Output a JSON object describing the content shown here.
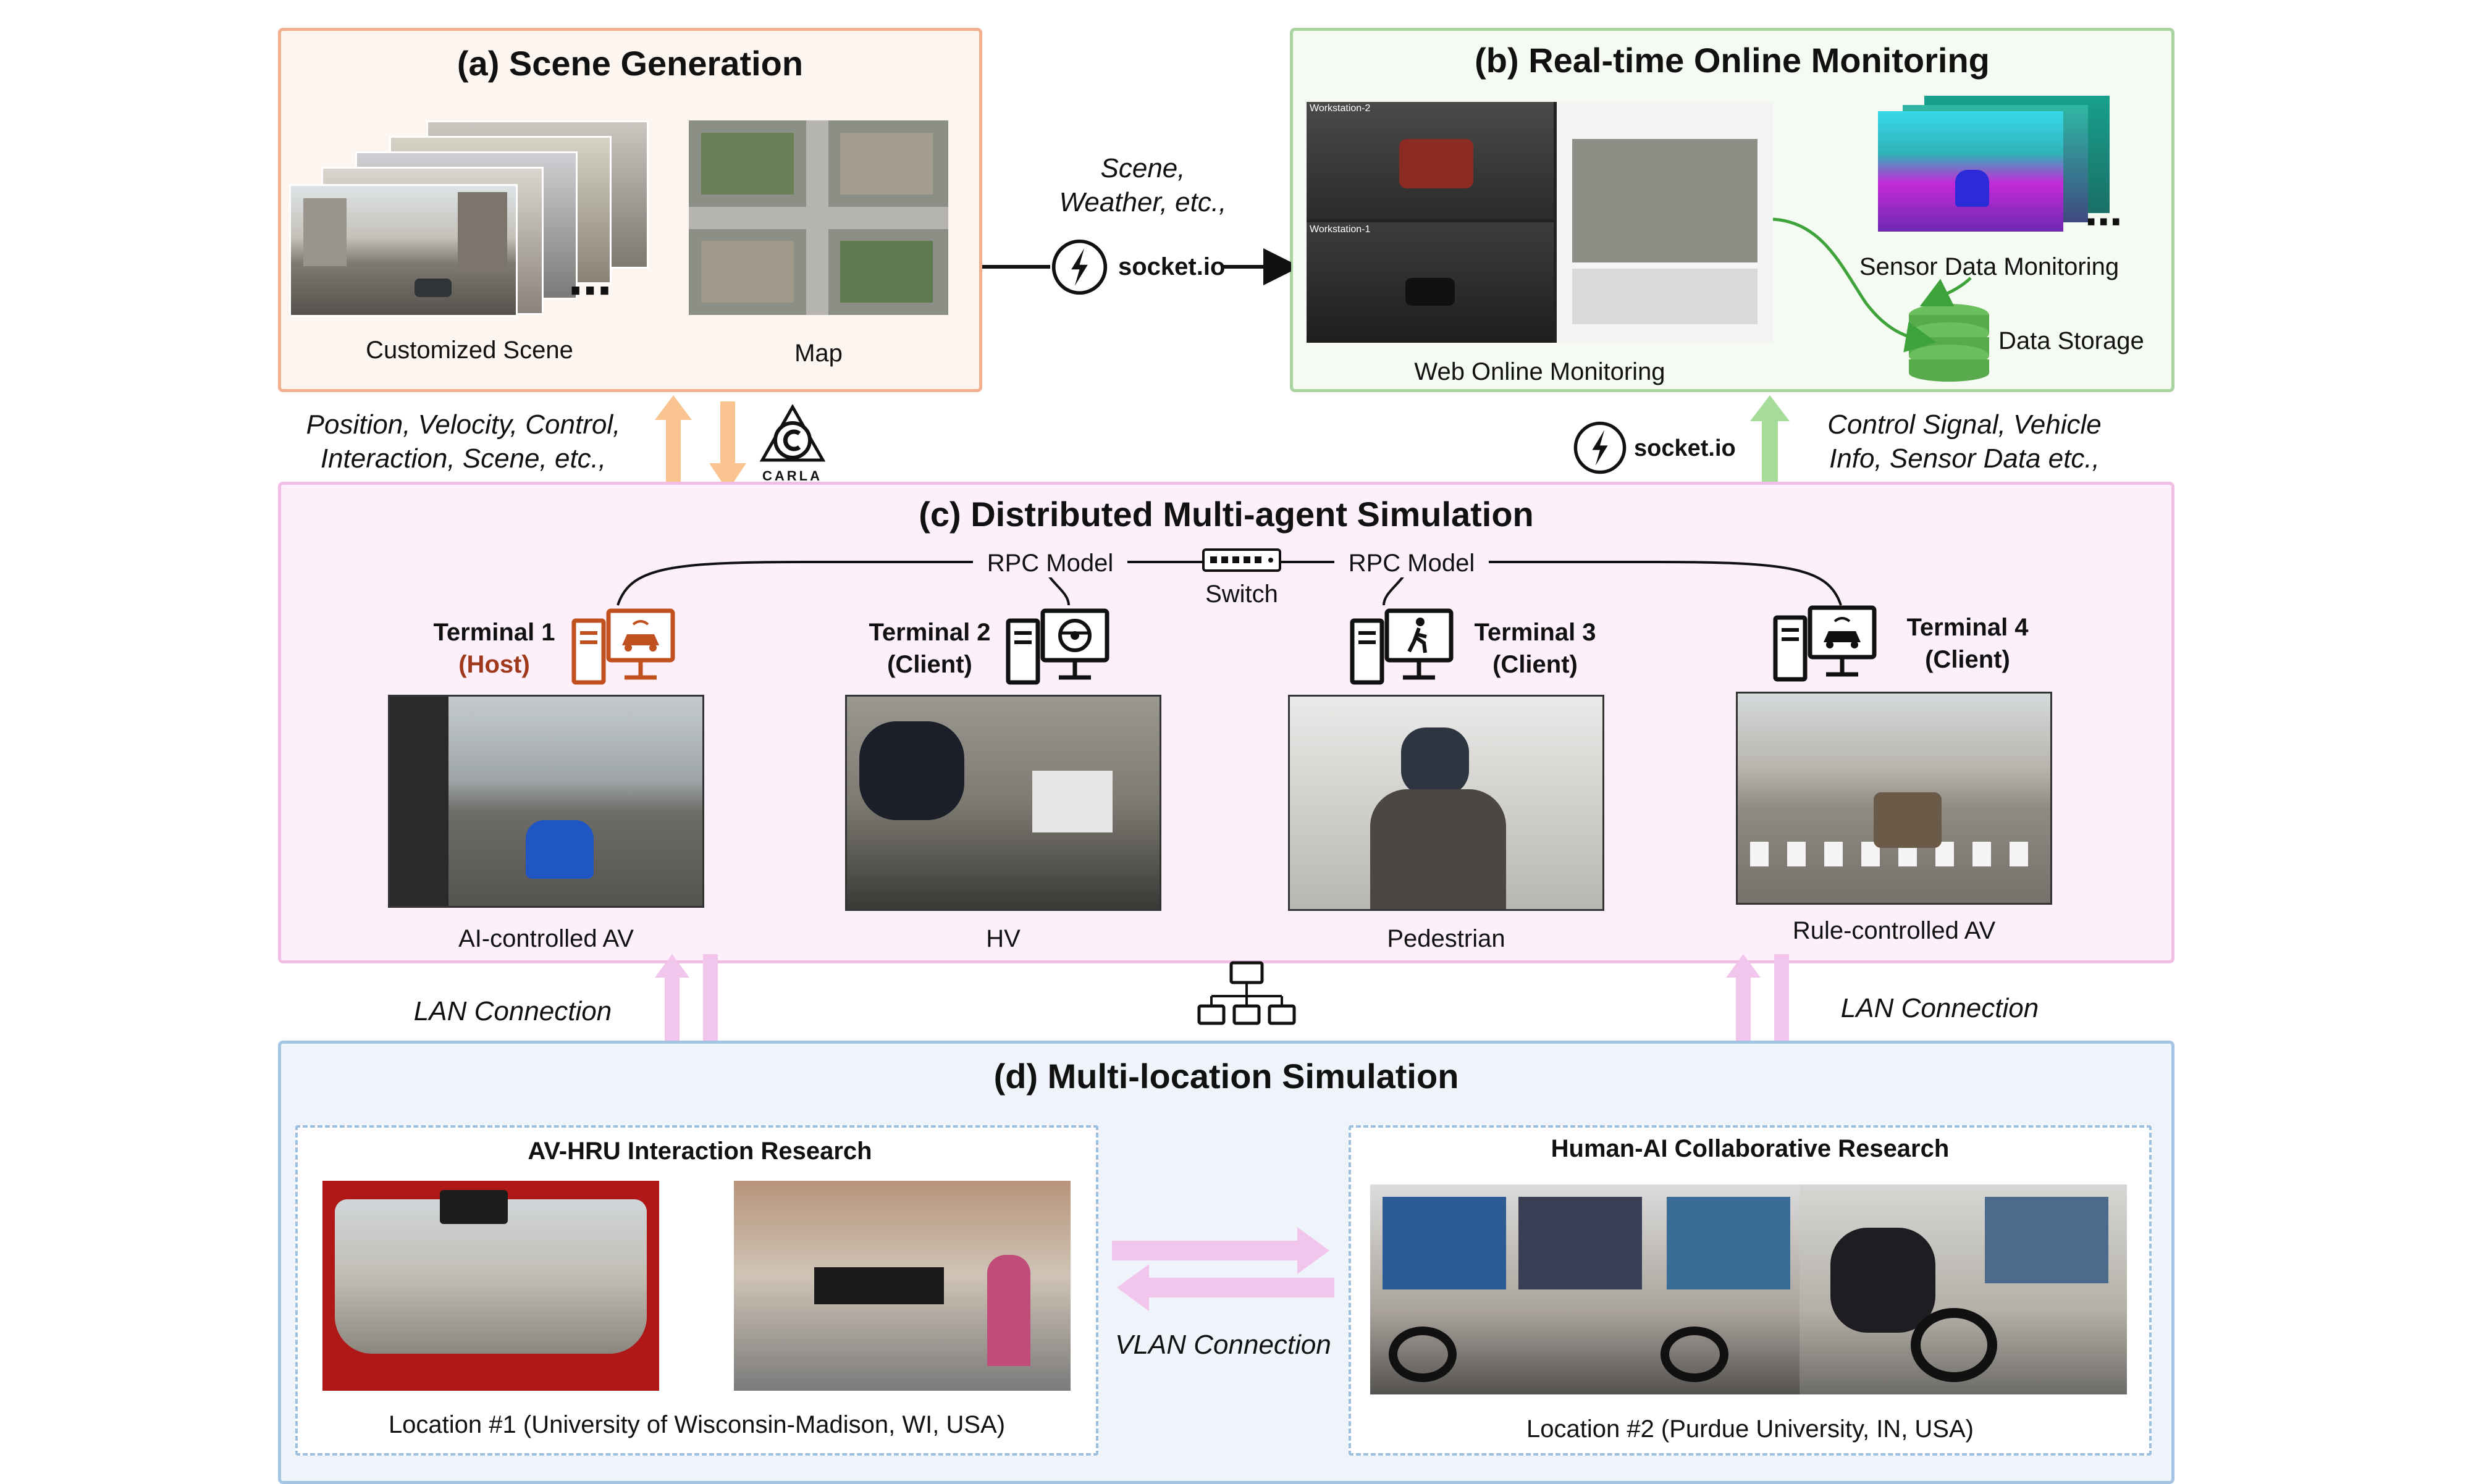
{
  "colors": {
    "scene_border": "#f3b090",
    "scene_bg": "#fdf5f0",
    "monitor_border": "#a9d4a2",
    "monitor_bg": "#f5fbf3",
    "sim_border": "#f1bfe6",
    "sim_bg": "#fdf0fa",
    "loc_border": "#a4c4e4",
    "loc_bg": "#eef4fa",
    "orange_arrow": "#f9c490",
    "green_arrow": "#a6dc9a",
    "pink_arrow": "#f2c5ec",
    "host_red": "#a0391c",
    "terminal_orange": "#c0501e"
  },
  "panel_a": {
    "title": "(a) Scene Generation",
    "customized_scene_caption": "Customized Scene",
    "map_caption": "Map",
    "ellipsis": "⋯"
  },
  "panel_b": {
    "title": "(b) Real-time Online Monitoring",
    "web_monitoring_caption": "Web Online Monitoring",
    "sensor_caption": "Sensor Data Monitoring",
    "data_storage_caption": "Data Storage",
    "workstation_2": "Workstation-2",
    "workstation_1": "Workstation-1",
    "ellipsis": "⋯"
  },
  "link_ab": {
    "label_line1": "Scene,",
    "label_line2": "Weather, etc.,",
    "socket_label": "socket.io"
  },
  "link_ac": {
    "label_line1": "Position, Velocity, Control,",
    "label_line2": "Interaction, Scene, etc.,",
    "carla_label": "CARLA"
  },
  "link_bc": {
    "socket_label": "socket.io",
    "label_line1": "Control Signal, Vehicle",
    "label_line2": "Info, Sensor Data etc.,"
  },
  "panel_c": {
    "title": "(c) Distributed Multi-agent Simulation",
    "rpc_left": "RPC Model",
    "rpc_right": "RPC Model",
    "switch_label": "Switch",
    "terminals": [
      {
        "name": "Terminal 1",
        "role": "(Host)",
        "caption": "AI-controlled AV"
      },
      {
        "name": "Terminal 2",
        "role": "(Client)",
        "caption": "HV"
      },
      {
        "name": "Terminal 3",
        "role": "(Client)",
        "caption": "Pedestrian"
      },
      {
        "name": "Terminal 4",
        "role": "(Client)",
        "caption": "Rule-controlled AV"
      }
    ]
  },
  "lan": {
    "left": "LAN Connection",
    "right": "LAN Connection"
  },
  "panel_d": {
    "title": "(d) Multi-location Simulation",
    "left_box_title": "AV-HRU Interaction Research",
    "left_caption": "Location #1 (University of Wisconsin-Madison, WI, USA)",
    "right_box_title": "Human-AI Collaborative Research",
    "right_caption": "Location #2 (Purdue University, IN, USA)",
    "vlan_label": "VLAN Connection"
  }
}
